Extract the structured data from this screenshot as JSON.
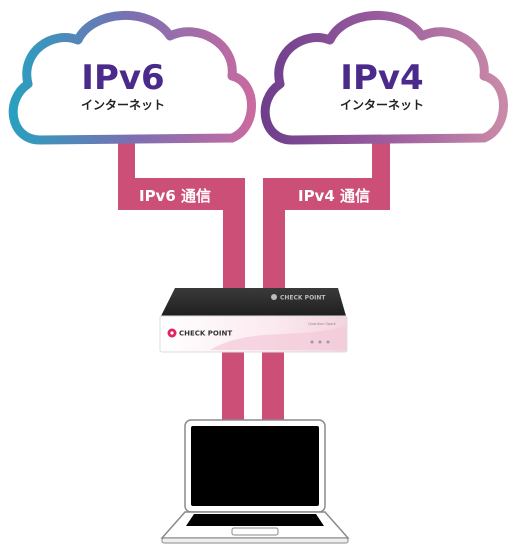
{
  "clouds": {
    "left": {
      "title": "IPv6",
      "subtitle": "インターネット"
    },
    "right": {
      "title": "IPv4",
      "subtitle": "インターネット"
    }
  },
  "pipes": {
    "left_label": "IPv6 通信",
    "right_label": "IPv4 通信"
  },
  "router": {
    "top_brand": "CHECK POINT",
    "front_brand": "CHECK POINT",
    "model_text": "Quantum Spark"
  },
  "colors": {
    "pipe": "#cc4f78",
    "cloud_left_gradient": [
      "#2a9fbf",
      "#7b6fb2",
      "#c96aa0"
    ],
    "cloud_right_gradient": [
      "#6f3f8c",
      "#9a5d9e",
      "#c98aa8"
    ],
    "title_text": "#4a2a8a"
  }
}
